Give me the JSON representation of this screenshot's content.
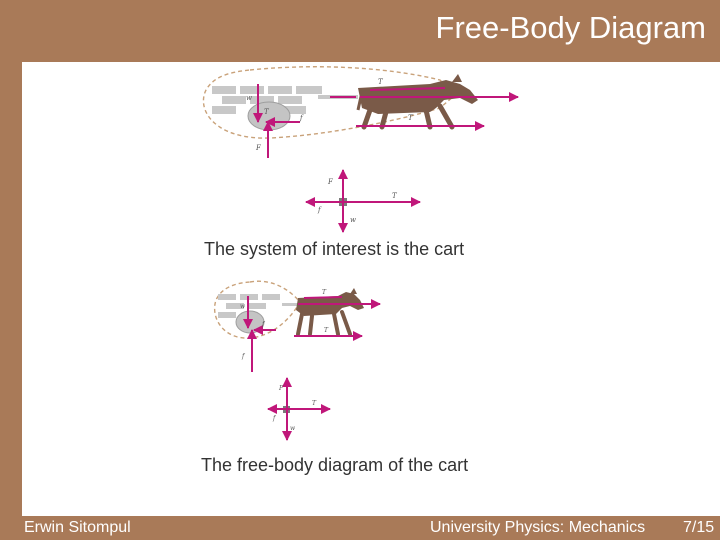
{
  "slide": {
    "title": "Free-Body Diagram",
    "captions": {
      "system": "The system of interest is the cart",
      "fbd": "The free-body diagram of the cart"
    },
    "footer": {
      "author": "Erwin Sitompul",
      "course": "University Physics: Mechanics",
      "page": "7/15"
    },
    "colors": {
      "frame": "#a97a58",
      "force_arrow": "#c0177a",
      "cart": "#c8c8c8",
      "horse": "#7a5a48"
    }
  },
  "figures": {
    "top_scene": {
      "labels": [
        "T",
        "w",
        "T",
        "f",
        "F",
        "T"
      ]
    },
    "top_fbd": {
      "labels": [
        "F",
        "T",
        "f",
        "w"
      ]
    },
    "bottom_scene": {
      "labels": [
        "T",
        "w",
        "f",
        "f",
        "T"
      ]
    },
    "bottom_fbd": {
      "labels": [
        "F",
        "T",
        "f",
        "w"
      ]
    }
  }
}
